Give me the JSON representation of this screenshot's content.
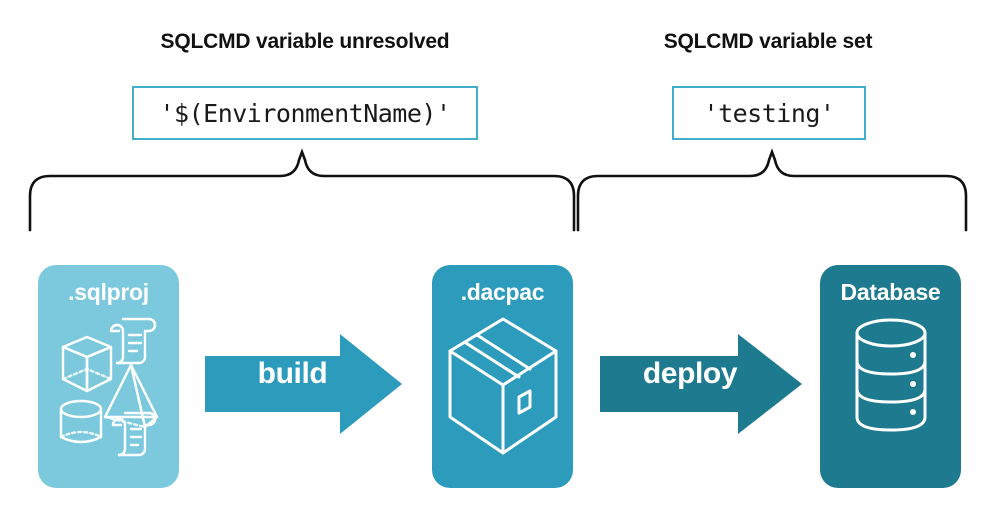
{
  "diagram": {
    "groups": [
      {
        "id": "unresolved",
        "title": "SQLCMD variable unresolved",
        "value": "'$(EnvironmentName)'",
        "border_color": "#41AECE"
      },
      {
        "id": "set",
        "title": "SQLCMD variable set",
        "value": "'testing'",
        "border_color": "#41AECE"
      }
    ],
    "stages": [
      {
        "id": "sqlproj",
        "label": ".sqlproj",
        "color": "#7CC9DE",
        "icons": [
          "cube-icon",
          "pyramid-icon",
          "cylinder-icon",
          "scroll-icon",
          "scroll-icon"
        ]
      },
      {
        "id": "dacpac",
        "label": ".dacpac",
        "color": "#2D9BBC",
        "icons": [
          "package-box-icon"
        ]
      },
      {
        "id": "database",
        "label": "Database",
        "color": "#1E7A8E",
        "icons": [
          "database-cylinder-icon"
        ]
      }
    ],
    "arrows": [
      {
        "id": "build",
        "label": "build",
        "color": "#2D9BBC"
      },
      {
        "id": "deploy",
        "label": "deploy",
        "color": "#1E7A8E"
      }
    ],
    "brace_color": "#111111",
    "background": "#ffffff"
  }
}
